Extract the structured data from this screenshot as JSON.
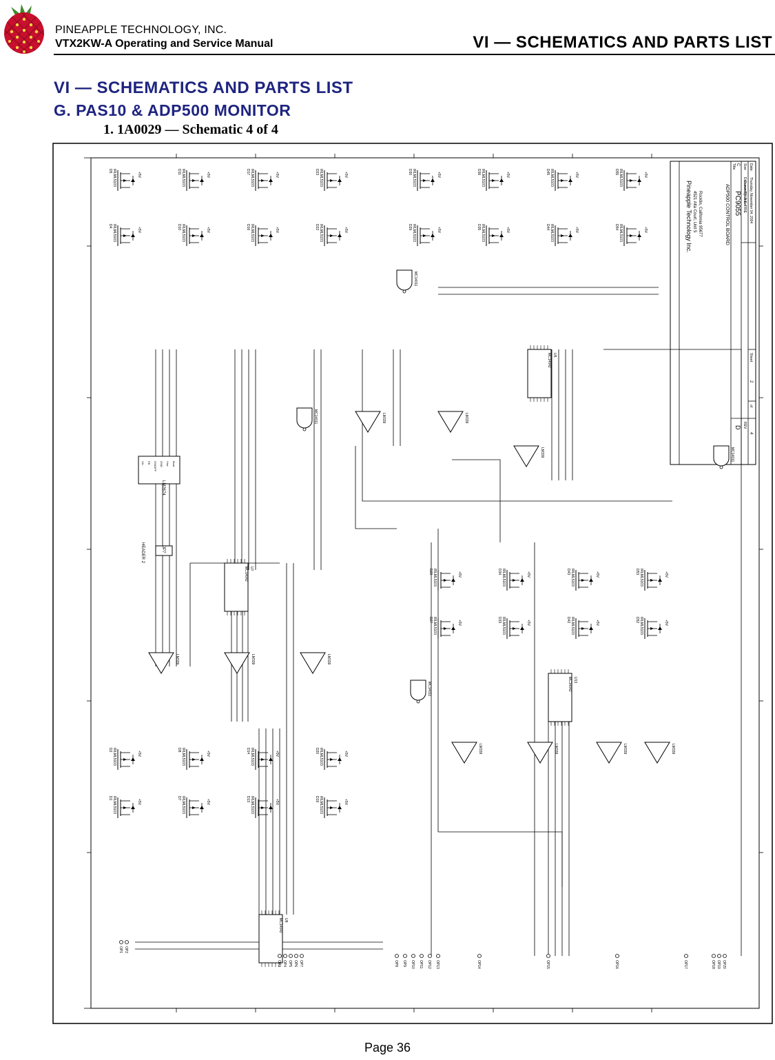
{
  "header": {
    "company": "PINEAPPLE TECHNOLOGY, INC.",
    "manual_title": "VTX2KW-A Operating and Service Manual",
    "section_title": "VI — SCHEMATICS AND PARTS LIST"
  },
  "content": {
    "heading1": "VI — SCHEMATICS AND PARTS LIST",
    "heading2": "G. PAS10 & ADP500 MONITOR",
    "heading3": "1. 1A0029 — Schematic 4 of 4"
  },
  "schematic": {
    "title_block": {
      "company": "Pineapple Technology Inc.",
      "address1": "4521 Alta Court, Unit 5",
      "address2": "Rocklin, California 95677",
      "title_label": "Title",
      "title": "ADP500 CONTROL BOARD",
      "size_label": "Size",
      "size": "C",
      "doc_label": "Document Number",
      "doc_number": "PC9055",
      "rev_label": "REV",
      "rev": "D",
      "drawn": "Drawn By: R.E. FRIE",
      "date_label": "Date:",
      "date": "Thursday, November 04, 2004",
      "sheet_label": "Sheet",
      "sheet": "2",
      "of_label": "of",
      "of": "4"
    },
    "ics_left": [
      "U8",
      "U7"
    ],
    "ics_right": [
      "U13",
      "U5"
    ],
    "ic_part": "MC14042",
    "nand_part": "MC14011",
    "comparator_part": "LM339",
    "mosfet_part": "IRLML5103",
    "supply_label": "+5V",
    "connector": {
      "ref": "JP7",
      "label": "HEADER 2"
    },
    "regulator": {
      "ref": "LM2674",
      "pins": [
        "Vin",
        "FB",
        "ON/OFF",
        "GND",
        "Vsw",
        "Boot"
      ]
    },
    "mosfet_rows": [
      [
        "D4",
        "D5",
        "D10",
        "D11",
        "D16",
        "D17",
        "D22",
        "D23"
      ],
      [
        "D29",
        "D30",
        "D35",
        "D36",
        "D44",
        "D45",
        "D54",
        "D55"
      ],
      [
        "D1",
        "D2",
        "D7",
        "D8",
        "D13",
        "D14",
        "D19",
        "D20"
      ],
      [
        "D27",
        "D28",
        "D33",
        "D34",
        "D42",
        "D43",
        "D52",
        "D53"
      ]
    ],
    "test_points_left": [
      "OP1",
      "OP2",
      "OP3",
      "OP4",
      "OP5",
      "OP6",
      "OP7",
      "OP8",
      "OP9",
      "OP10",
      "OP11",
      "OP12",
      "OP13",
      "OP14",
      "OP15",
      "OP16",
      "OP17",
      "OP18",
      "OP19",
      "OP20"
    ]
  },
  "footer": {
    "page": "Page 36"
  }
}
